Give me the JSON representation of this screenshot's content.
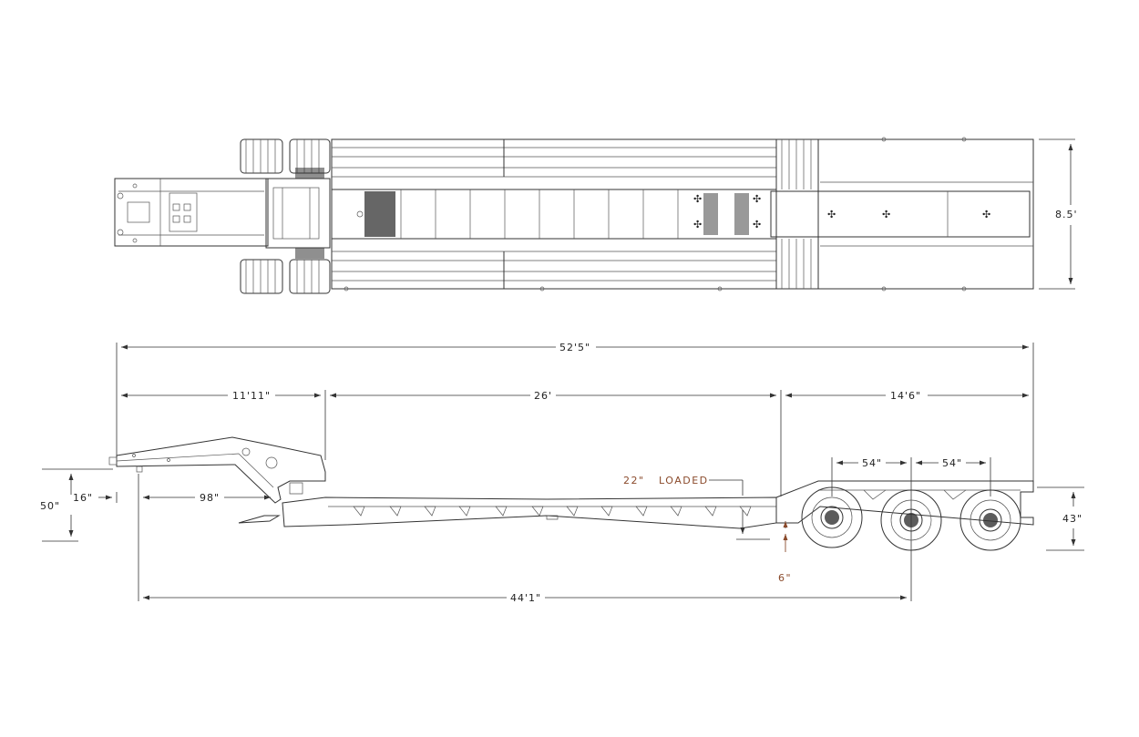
{
  "dimensions": {
    "overall_length": "52'5\"",
    "gooseneck_length": "11'11\"",
    "deck_length": "26'",
    "rear_length": "14'6\"",
    "width": "8.5'",
    "axle_spacing_1": "54\"",
    "axle_spacing_2": "54\"",
    "gooseneck_height": "50\"",
    "kingpin_setback": "16\"",
    "swing_radius": "98\"",
    "rear_deck_height": "43\"",
    "kingpin_to_axle": "44'1\"",
    "loaded_height_value": "22\"",
    "loaded_height_label": "LOADED",
    "ground_clearance": "6\""
  },
  "colors": {
    "line": "#333333",
    "annotation": "#8a4a2b"
  }
}
